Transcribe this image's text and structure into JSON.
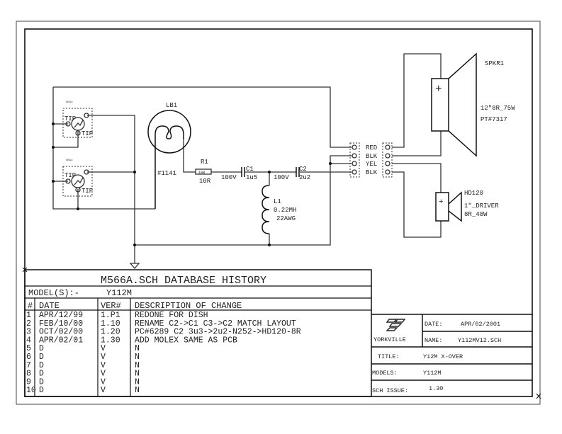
{
  "schematic": {
    "lamp": {
      "ref": "LB1",
      "part": "#1141"
    },
    "resistor": {
      "ref": "R1",
      "body": "10W",
      "value": "10R"
    },
    "c1": {
      "ref": "C1",
      "voltage": "100V",
      "value": "1u5"
    },
    "c2": {
      "ref": "C2",
      "voltage": "100V",
      "value": "2u2"
    },
    "inductor": {
      "ref": "L1",
      "value": "0.22MH",
      "wire": "22AWG"
    },
    "jacks": [
      {
        "ref": "SN14",
        "tip1": "TIP",
        "tip2": "TIP"
      },
      {
        "ref": "SN14",
        "tip1": "TIP",
        "tip2": "TIP"
      }
    ],
    "connector_labels": [
      "RED",
      "BLK",
      "YEL",
      "BLK"
    ],
    "woofer": {
      "ref": "SPKR1",
      "spec": "12\"8R_75W",
      "part": "PT#7317",
      "polarity": "+"
    },
    "tweeter": {
      "ref": "HD120",
      "spec": "1\"_DRIVER",
      "rating": "8R_40W",
      "polarity": "+"
    }
  },
  "history": {
    "title": "M566A.SCH DATABASE HISTORY",
    "model_label": "MODEL(S):-",
    "model_value": "Y112M",
    "headers": [
      "#",
      "DATE",
      "VER#",
      "DESCRIPTION OF CHANGE"
    ],
    "rows": [
      [
        "1",
        "APR/12/99",
        "1.P1",
        "REDONE FOR DISH"
      ],
      [
        "2",
        "FEB/10/00",
        "1.10",
        "RENAME C2->C1 C3->C2 MATCH LAYOUT"
      ],
      [
        "3",
        "OCT/02/00",
        "1.20",
        "PC#6289 C2 3u3->2u2-N252->HD120-8R"
      ],
      [
        "4",
        "APR/02/01",
        "1.30",
        "ADD MOLEX SAME AS PCB"
      ],
      [
        "5",
        "D",
        "V",
        "N"
      ],
      [
        "6",
        "D",
        "V",
        "N"
      ],
      [
        "7",
        "D",
        "V",
        "N"
      ],
      [
        "8",
        "D",
        "V",
        "N"
      ],
      [
        "9",
        "D",
        "V",
        "N"
      ],
      [
        "10",
        "D",
        "V",
        "N"
      ]
    ]
  },
  "title_block": {
    "logo_text": "YORKVILLE",
    "date_label": "DATE:",
    "date_value": "APR/02/2001",
    "name_label": "NAME:",
    "name_value": "Y112MV12.SCH",
    "title_label": "TITLE:",
    "title_value": "Y12M X-OVER",
    "models_label": "MODELS:",
    "models_value": "Y112M",
    "issue_label": "SCH ISSUE:",
    "issue_value": "1.30"
  }
}
